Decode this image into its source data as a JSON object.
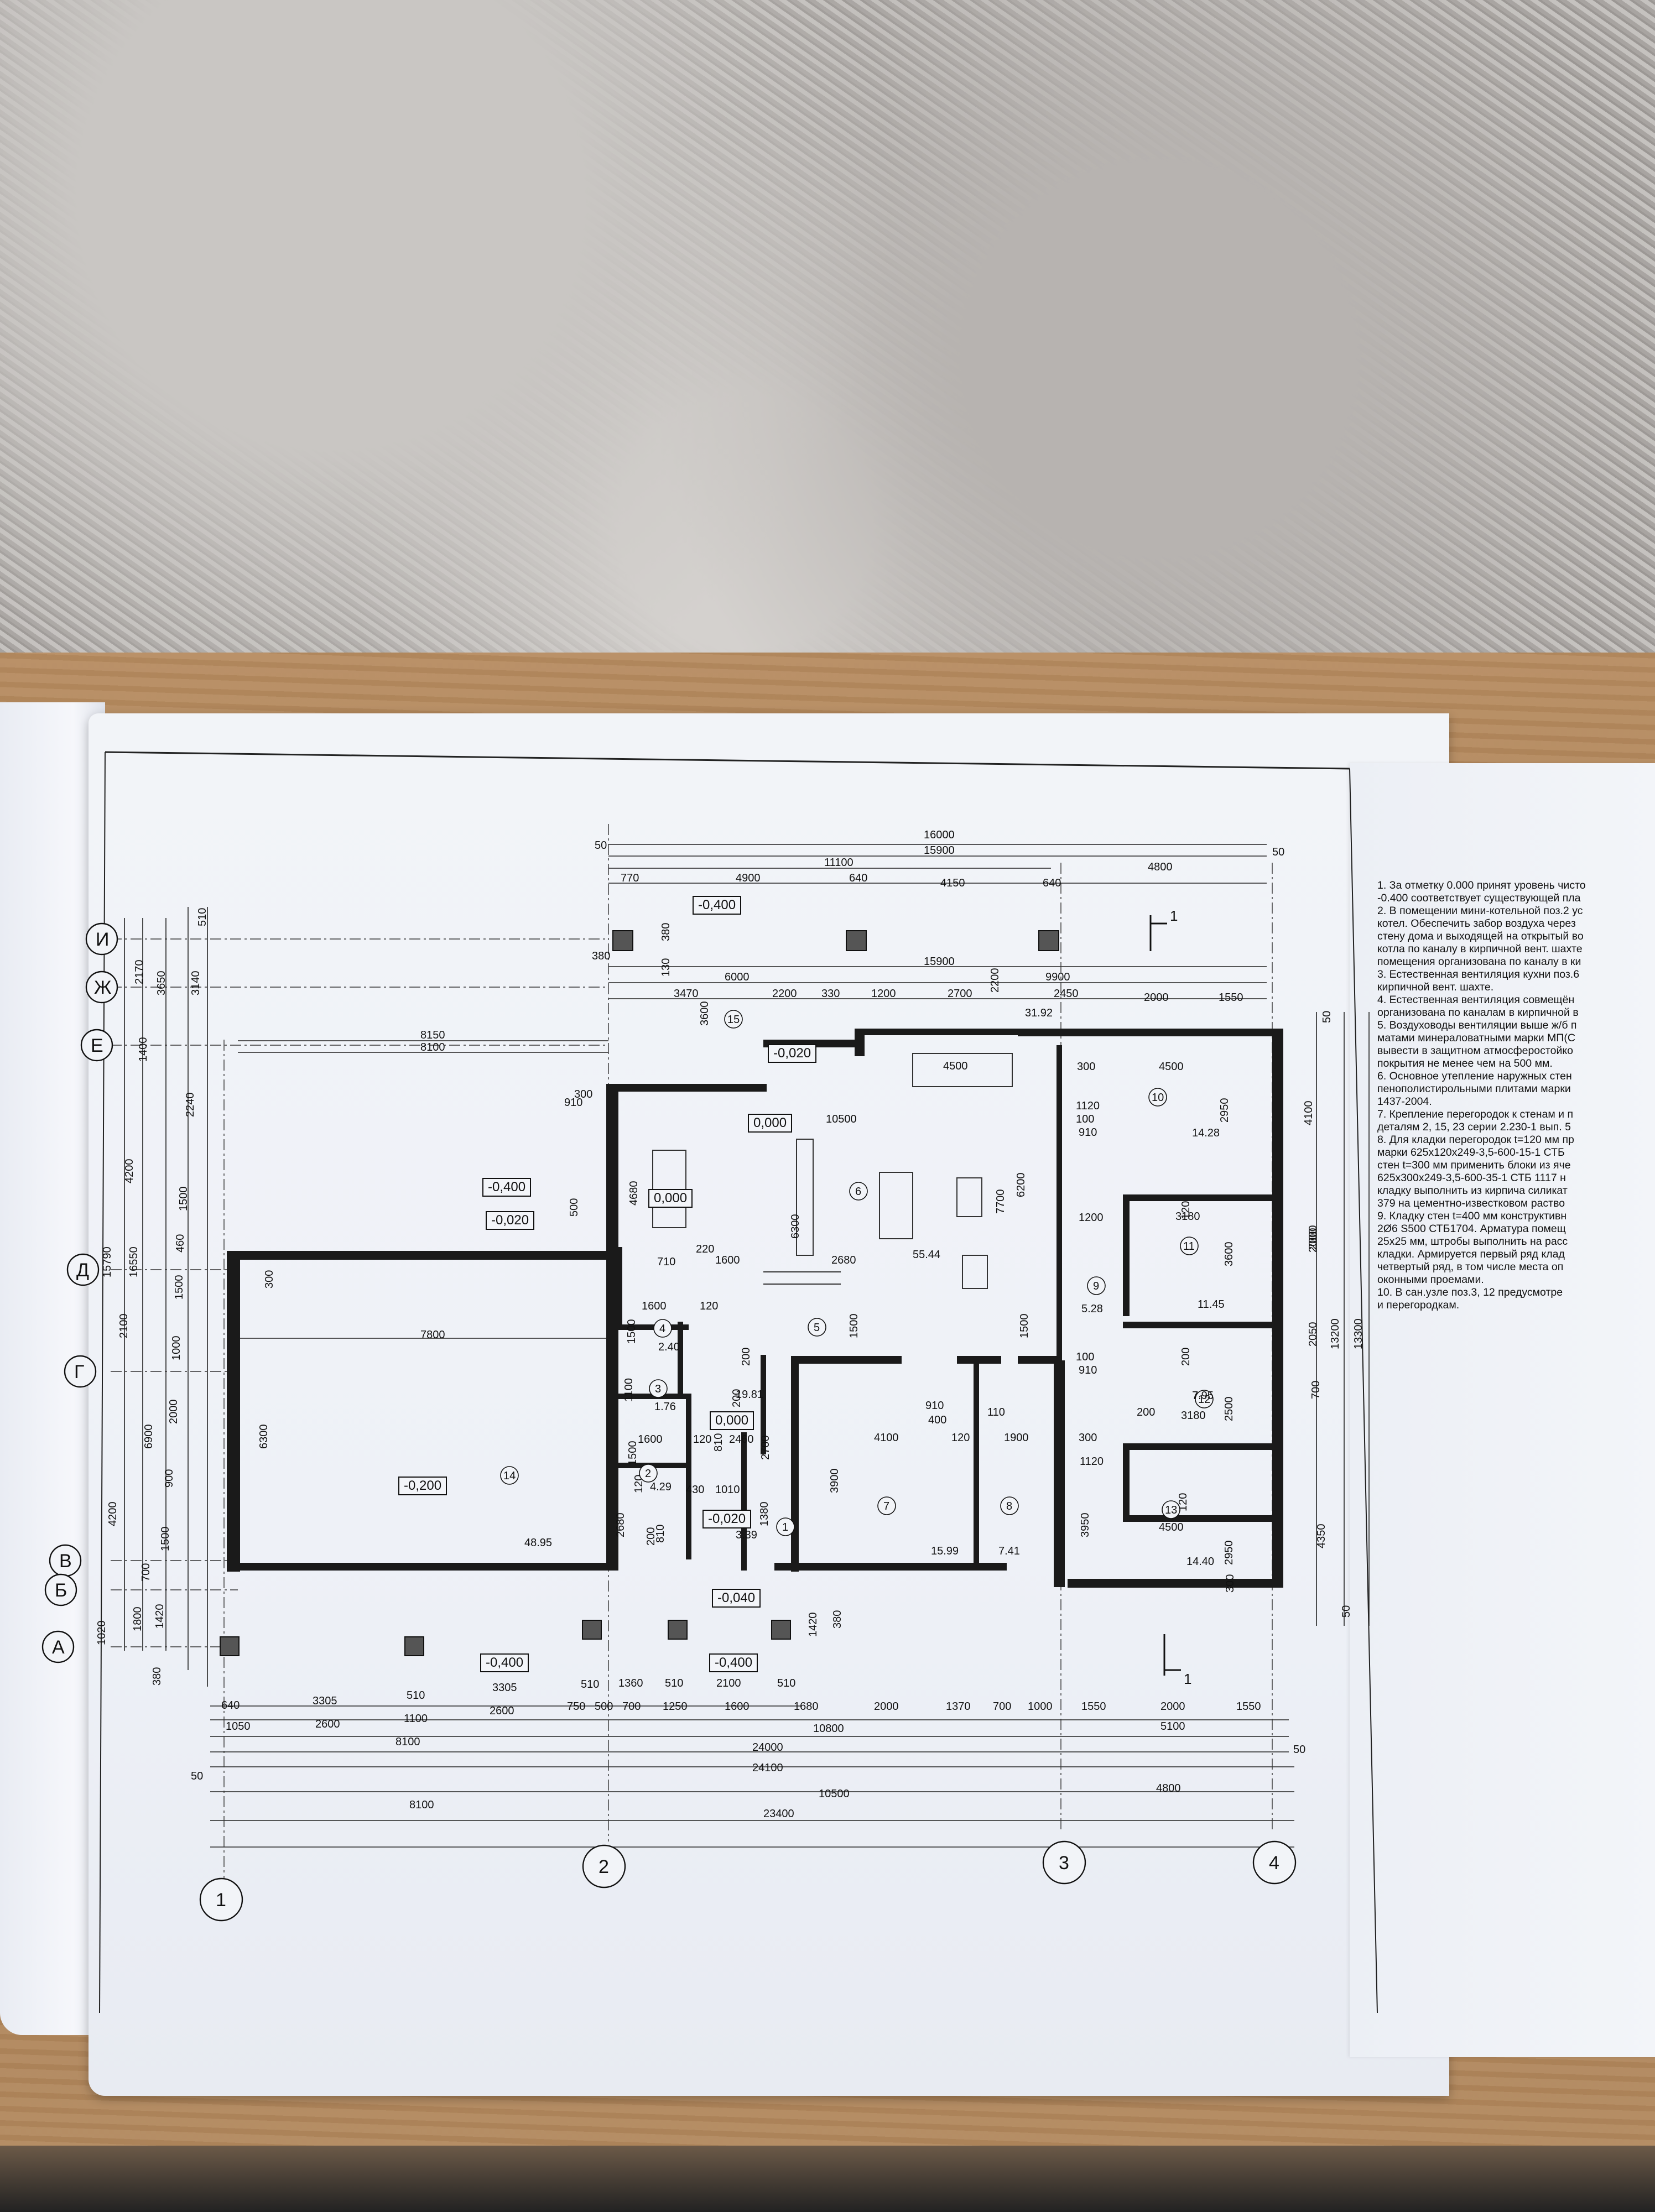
{
  "axes_letters": [
    "И",
    "Ж",
    "Е",
    "Д",
    "Г",
    "В",
    "Б",
    "А"
  ],
  "axes_numbers": [
    "1",
    "2",
    "3",
    "4"
  ],
  "elevations": [
    "-0,400",
    "-0,020",
    "0,000",
    "-0,400",
    "-0,020",
    "0,000",
    "-0,200",
    "0,000",
    "-0,020",
    "-0,040",
    "-0,400",
    "-0,400"
  ],
  "room_numbers": [
    "1",
    "2",
    "3",
    "4",
    "5",
    "6",
    "7",
    "8",
    "9",
    "10",
    "11",
    "12",
    "13",
    "14",
    "15"
  ],
  "room_areas": [
    "55.44",
    "14.28",
    "11.45",
    "7.95",
    "14.40",
    "48.95",
    "19.81",
    "15.99",
    "7.41",
    "5.28",
    "4.29",
    "3.39",
    "2.40",
    "1.76",
    "31.92"
  ],
  "top_dims": {
    "row1": "16000",
    "row2": "15900",
    "row3": "11100",
    "row4": [
      "770",
      "4900",
      "640",
      "4150",
      "640",
      "4800"
    ],
    "row5": "15900",
    "row6": [
      "6000",
      "9900"
    ],
    "row7": [
      "3470",
      "2200",
      "330",
      "1200",
      "2700",
      "2450",
      "2000",
      "1550"
    ],
    "edge": "50"
  },
  "bottom_dims": {
    "row1": [
      "640",
      "3305",
      "510",
      "3305",
      "510",
      "1360",
      "510",
      "2100",
      "510"
    ],
    "row2": [
      "1050",
      "2600",
      "1100",
      "2600",
      "750",
      "500",
      "700",
      "1250",
      "1600",
      "1680",
      "2000",
      "1370",
      "700",
      "1000",
      "1550",
      "2000",
      "1550"
    ],
    "row3": [
      "8100",
      "10800",
      "5100"
    ],
    "row4": "24000",
    "row5": "24100",
    "row6": [
      "8100",
      "10500",
      "4800"
    ],
    "row7": "23400",
    "edge": "50"
  },
  "left_dims": {
    "outer": "15790",
    "inner": "16550",
    "col_a": [
      "2170",
      "4200",
      "2100",
      "4200",
      "1020"
    ],
    "col_b": [
      "3650",
      "1400",
      "6900",
      "700",
      "1800"
    ],
    "col_c": [
      "3140",
      "2240",
      "1500",
      "460",
      "1500",
      "1000",
      "2000",
      "900",
      "1500",
      "1420",
      "380"
    ],
    "top_small": "510"
  },
  "right_dims": {
    "col_a": [
      "4100",
      "2000",
      "2050",
      "700",
      "4350"
    ],
    "col_b": [
      "13200",
      "13300"
    ],
    "edge": "50"
  },
  "interior_dims": [
    "8150",
    "8100",
    "7800",
    "6300",
    "300",
    "910",
    "300",
    "500",
    "4680",
    "10500",
    "6300",
    "6200",
    "7700",
    "4500",
    "4500",
    "300",
    "2680",
    "1600",
    "220",
    "710",
    "120",
    "1600",
    "2680",
    "1500",
    "1500",
    "1500",
    "1100",
    "1600",
    "2460",
    "1010",
    "430",
    "120",
    "810",
    "200",
    "3900",
    "4100",
    "1900",
    "910",
    "400",
    "110",
    "120",
    "300",
    "3950",
    "4500",
    "1120",
    "100",
    "910",
    "1200",
    "3180",
    "3600",
    "2000",
    "2950",
    "2500",
    "200",
    "3180",
    "1120",
    "100",
    "910",
    "2950",
    "300",
    "380",
    "130",
    "3600",
    "2200",
    "380",
    "1420",
    "380",
    "2700",
    "1380",
    "200",
    "810",
    "120",
    "1500",
    "200",
    "120",
    "200",
    "120"
  ],
  "section_mark": "1",
  "notes": [
    "1. За отметку 0.000 принят уровень чисто",
    "-0.400 соответствует существующей пла",
    "2. В помещении мини-котельной поз.2 ус",
    "котел. Обеспечить забор воздуха через",
    "стену дома и выходящей на открытый во",
    "котла по каналу в кирпичной вент. шахте",
    "помещения организована по каналу в ки",
    "3. Естественная вентиляция кухни поз.6",
    "кирпичной вент. шахте.",
    "4. Естественная вентиляция совмещён",
    "организована по каналам в кирпичной в",
    "5. Воздуховоды вентиляции выше ж/б п",
    "матами минераловатными марки МП(С",
    "вывести в защитном атмосферостойко",
    "покрытия не менее чем на 500 мм.",
    "6. Основное утепление наружных стен",
    "пенополистирольными плитами марки",
    "1437-2004.",
    "7. Крепление перегородок к стенам и п",
    "деталям 2, 15, 23 серии 2.230-1 вып. 5",
    "8. Для кладки перегородок t=120 мм пр",
    "марки 625x120x249-3,5-600-15-1 СТБ",
    "стен t=300 мм применить блоки из яче",
    "625x300x249-3,5-600-35-1 СТБ 1117 н",
    "кладку выполнить из кирпича силикат",
    "379 на цементно-известковом раство",
    "9. Кладку стен t=400 мм конструктивн",
    "2Ø6 S500 СТБ1704. Арматура помещ",
    "25x25 мм, штробы выполнить на расс",
    "кладки. Армируется первый ряд клад",
    "четвертый ряд, в том числе места оп",
    "оконными проемами.",
    "10. В сан.узле поз.3, 12 предусмотре",
    "и перегородкам."
  ]
}
